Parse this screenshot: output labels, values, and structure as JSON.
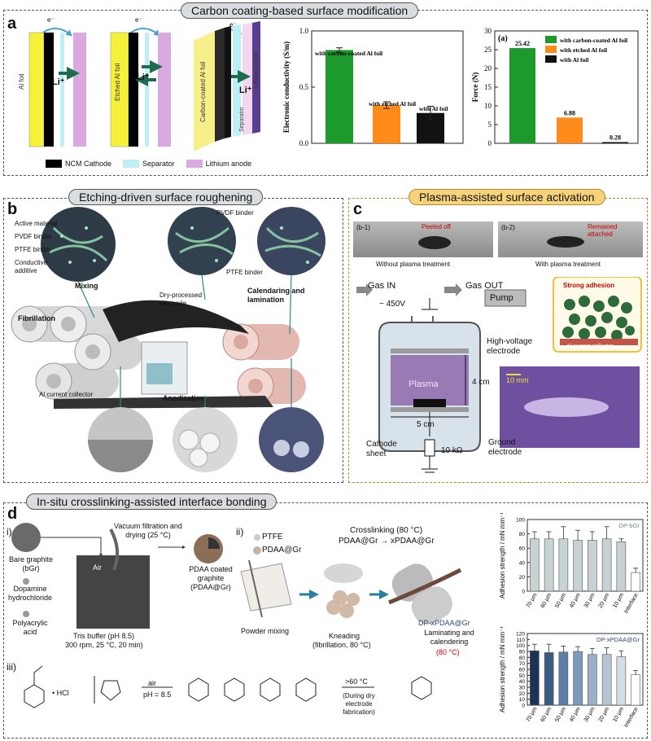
{
  "panels": {
    "a": {
      "letter": "a",
      "title": "Carbon coating-based surface modification",
      "schematics": {
        "s1": {
          "foil": "Al foil",
          "ion": "Li⁺",
          "e": "e⁻"
        },
        "s2": {
          "foil": "Etched Al foil",
          "ion": "Li⁺",
          "e": "e⁻"
        },
        "s3": {
          "foil": "Carbon-coated Al foil",
          "sep": "Separator",
          "anode": "Lithium anode",
          "ion": "Li⁺",
          "e": "e⁻"
        }
      },
      "legend": [
        "NCM Cathode",
        "Separator",
        "Lithium anode"
      ],
      "colors": {
        "cathode": "#000000",
        "separator": "#bfeef7",
        "anode": "#d9a9e0",
        "foil": "#f5f03a"
      }
    },
    "b": {
      "letter": "b",
      "title": "Etching-driven surface roughening",
      "labels": {
        "active": "Active material",
        "pvdf": "PVDF binder",
        "ptfe": "PTFE binder",
        "conductive": "Conductive additive",
        "pvdf2": "PVDF binder",
        "ptfe2": "PTFE binder",
        "mixing": "Mixing",
        "fibrillation": "Fibrillation",
        "dry": "Dry-processed electrode",
        "calendering": "Calendaring and lamination",
        "collector": "Al current collector",
        "anodization": "Anodization"
      }
    },
    "c": {
      "letter": "c",
      "title": "Plasma-assisted surface activation",
      "photo1": {
        "tag": "(b-1)",
        "note": "Peeled off",
        "caption": "Without plasma treatment"
      },
      "photo2": {
        "tag": "(b-2)",
        "note": "Remained attached",
        "caption": "With plasma treatment"
      },
      "labels": {
        "gas_in": "Gas IN",
        "gas_out": "Gas OUT",
        "voltage": "− 450V",
        "pump": "Pump",
        "hv": "High-voltage electrode",
        "plasma": "Plasma",
        "h": "4 cm",
        "w": "5 cm",
        "cathode": "Cathode sheet",
        "resistor": "10 kΩ",
        "ground": "Ground electrode",
        "scale": "10 mm",
        "adhesion": "Strong adhesion",
        "collector": "Al current collector"
      }
    },
    "d": {
      "letter": "d",
      "title": "In-situ crosslinking-assisted interface bonding",
      "i": {
        "tag": "i)",
        "bare": "Bare graphite (bGr)",
        "dopamine": "Dopamine hydrochloride",
        "paa": "Polyacrylic acid",
        "vacuum": "Vacuum filtration and drying (25 °C)",
        "air": "Air",
        "tris": "Tris buffer (pH 8.5)",
        "tris2": "300 rpm, 25 °C, 20 min)",
        "pdaa": "PDAA coated graphite (PDAA@Gr)"
      },
      "ii": {
        "tag": "ii)",
        "ptfe": "PTFE",
        "pdaagr": "PDAA@Gr",
        "crosslink": "Crosslinking (80 °C)",
        "eq": "PDAA@Gr → xPDAA@Gr",
        "powder": "Powder mixing",
        "knead": "Kneading",
        "fib": "(fibrillation, 80 °C)",
        "dp": "DP-xPDAA@Gr",
        "lam": "Laminating and calendering",
        "lamt": "(80 °C)"
      },
      "iii": {
        "tag": "iii)",
        "hcl": "• HCl",
        "air": "air",
        "ph": "pH = 8.5",
        "heat": ">60 °C",
        "heat2": "(During dry electrode fabrication)"
      }
    }
  },
  "chart_data": [
    {
      "type": "bar",
      "categories": [
        "with carbon-coated Al foil",
        "with etched Al foil",
        "with Al foil"
      ],
      "values": [
        0.83,
        0.34,
        0.27
      ],
      "errors": [
        0.02,
        0.03,
        0.06
      ],
      "colors": [
        "#1c9a2c",
        "#ff8c1a",
        "#111111"
      ],
      "ylabel": "Electronic conductivity (S/m)",
      "ylim": [
        0,
        1.0
      ],
      "yticks": [
        "0.0",
        "0.5",
        "1.0"
      ],
      "bar_labels": [
        "with carbon-coated Al foil",
        "with etched Al foil",
        "with  Al foil"
      ]
    },
    {
      "type": "bar",
      "tag": "(a)",
      "categories": [
        "with carbon-coated Al foil",
        "with etched Al foil",
        "with  Al foil"
      ],
      "values": [
        25.42,
        6.88,
        0.28
      ],
      "value_labels": [
        "25.42",
        "6.88",
        "0.28"
      ],
      "colors": [
        "#1c9a2c",
        "#ff8c1a",
        "#111111"
      ],
      "ylabel": "Force (N)",
      "ylim": [
        0,
        30
      ],
      "yticks": [
        "0",
        "5",
        "10",
        "15",
        "20",
        "25",
        "30"
      ],
      "legend": [
        "with carbon-coated Al foil",
        "with etched Al foil",
        "with  Al foil"
      ]
    },
    {
      "type": "bar",
      "tag": "DP-bGr",
      "categories": [
        "70 μm",
        "60 μm",
        "50 μm",
        "40 μm",
        "30 μm",
        "20 μm",
        "10 μm",
        "Interface"
      ],
      "values": [
        73,
        73,
        73,
        71,
        71,
        73,
        69,
        26
      ],
      "errors": [
        10,
        10,
        17,
        14,
        12,
        17,
        4,
        6
      ],
      "colors": [
        "#c7d3d3",
        "#c7d3d3",
        "#c7d3d3",
        "#c7d3d3",
        "#c7d3d3",
        "#c7d3d3",
        "#c7d3d3",
        "#ffffff"
      ],
      "ylabel": "Adhesion strength / mN mm⁻¹",
      "ylim": [
        0,
        100
      ],
      "yticks": [
        "0",
        "20",
        "40",
        "60",
        "80",
        "100"
      ]
    },
    {
      "type": "bar",
      "tag": "DP-xPDAA@Gr",
      "categories": [
        "70 μm",
        "60 μm",
        "50 μm",
        "40 μm",
        "30 μm",
        "20 μm",
        "10 μm",
        "Interface"
      ],
      "values": [
        91,
        88,
        89,
        90,
        85,
        85,
        81,
        51
      ],
      "errors": [
        11,
        14,
        10,
        8,
        10,
        11,
        10,
        7
      ],
      "colors": [
        "#1d3457",
        "#3b5a82",
        "#5d7ea6",
        "#7d9ab8",
        "#9ab0c6",
        "#b6c5d3",
        "#d3dde6",
        "#ffffff"
      ],
      "ylabel": "Adhesion strength / mN mm⁻¹",
      "ylim": [
        0,
        120
      ],
      "yticks": [
        "0",
        "10",
        "20",
        "30",
        "40",
        "50",
        "60",
        "70",
        "80",
        "90",
        "100",
        "110",
        "120"
      ]
    }
  ]
}
